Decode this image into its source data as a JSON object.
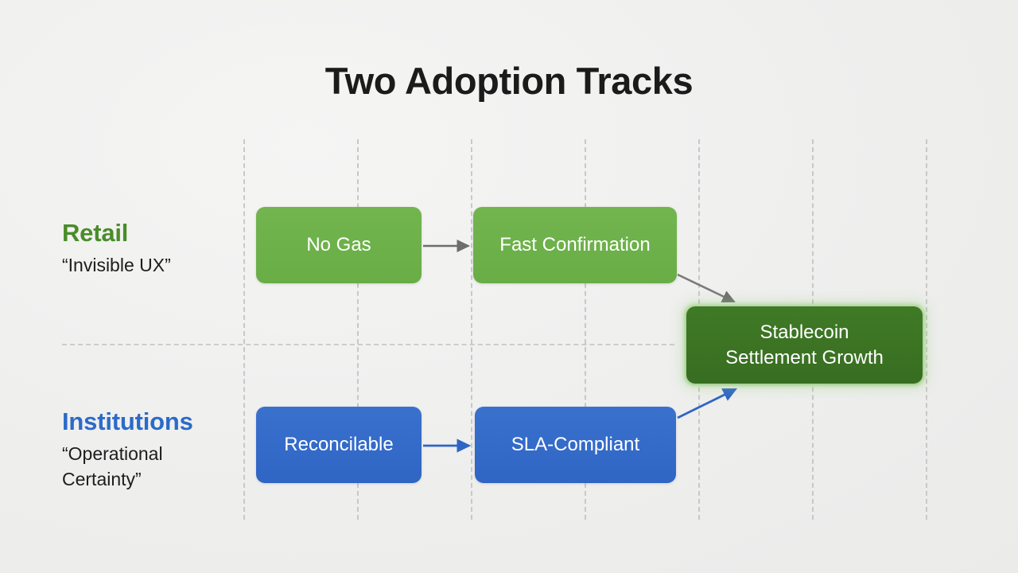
{
  "slide": {
    "title": "Two Adoption Tracks",
    "background_color": "#f1f1f0"
  },
  "colors": {
    "retail_accent": "#4a8c2a",
    "institution_accent": "#2b6bc9",
    "node_green": "#6bb04a",
    "node_blue": "#2f65c4",
    "node_dark_green": "#3b7323",
    "arrow_gray": "#6d6d6d",
    "arrow_blue": "#2f65c4",
    "grid_line": "#c4c4c4"
  },
  "tracks": [
    {
      "id": "retail",
      "name": "Retail",
      "subtitle": "“Invisible UX”",
      "accent": "#4a8c2a"
    },
    {
      "id": "institutions",
      "name": "Institutions",
      "subtitle": "“Operational Certainty”",
      "accent": "#2b6bc9"
    }
  ],
  "nodes": [
    {
      "id": "no-gas",
      "label": "No Gas",
      "track": "retail",
      "style": "green"
    },
    {
      "id": "fast-conf",
      "label": "Fast Confirmation",
      "track": "retail",
      "style": "green"
    },
    {
      "id": "reconcilable",
      "label": "Reconcilable",
      "track": "institutions",
      "style": "blue"
    },
    {
      "id": "sla",
      "label": "SLA-Compliant",
      "track": "institutions",
      "style": "blue"
    },
    {
      "id": "stablecoin",
      "label": "Stablecoin\nSettlement Growth",
      "track": "outcome",
      "style": "dark-green",
      "line1": "Stablecoin",
      "line2": "Settlement Growth"
    }
  ],
  "edges": [
    {
      "id": "no-gas-to-fast-conf",
      "from": "no-gas",
      "to": "fast-conf",
      "color": "#6d6d6d"
    },
    {
      "id": "fast-conf-to-stablecoin",
      "from": "fast-conf",
      "to": "stablecoin",
      "color": "#6d6d6d"
    },
    {
      "id": "reconcilable-to-sla",
      "from": "reconcilable",
      "to": "sla",
      "color": "#2f65c4"
    },
    {
      "id": "sla-to-stablecoin",
      "from": "sla",
      "to": "stablecoin",
      "color": "#2f65c4"
    }
  ],
  "grid": {
    "vertical_line_count": 7,
    "horizontal_line_count": 1
  }
}
